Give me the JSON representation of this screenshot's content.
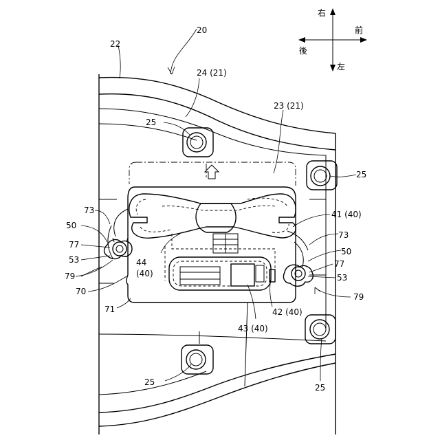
{
  "directions": {
    "right": "右",
    "front": "前",
    "rear": "後",
    "left": "左"
  },
  "labels": {
    "seat": "22",
    "seat_assembly": "20",
    "seat_front_part": "24 (21)",
    "seat_rear_part": "23 (21)",
    "damper_top_left": "25",
    "damper_top_right": "25",
    "damper_bottom_left": "25",
    "damper_bottom_right": "25",
    "tool_tray": "41 (40)",
    "tool_holder": "42 (40)",
    "tool_cover": "43 (40)",
    "storage_part": "44",
    "storage_part_sub": "(40)",
    "hook_left": "73",
    "hook_right": "73",
    "bolt_left": "50",
    "bolt_right": "50",
    "washer_left": "77",
    "washer_right": "77",
    "nut_left": "53",
    "nut_right": "53",
    "fastener_left": "79",
    "fastener_right": "79",
    "bracket": "70",
    "base_plate": "71"
  }
}
